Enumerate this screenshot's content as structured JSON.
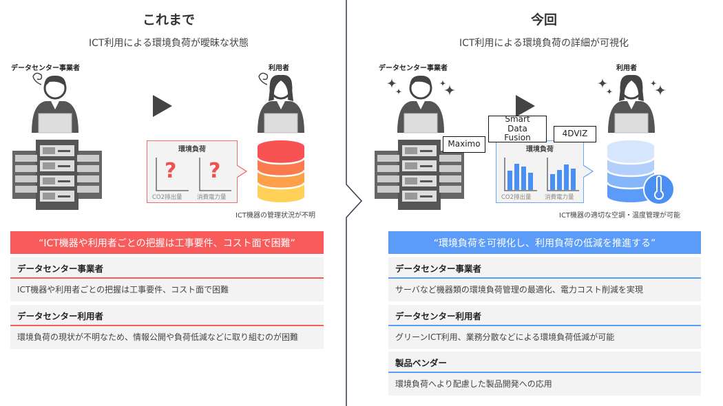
{
  "before": {
    "title": "これまで",
    "subtitle": "ICT利用による環境負荷が曖昧な状態",
    "operator_label": "データセンター事業者",
    "user_label": "利用者",
    "chart": {
      "title": "環境負荷",
      "axis1": "CO2排出量",
      "axis2": "消費電力量",
      "mark": "?"
    },
    "caption": "ICT機器の管理状況が不明",
    "banner": "“ICT機器や利用者ごとの把握は工事要件、コスト面で困難”",
    "color": "#f95a5a",
    "cards": [
      {
        "heading": "データセンター事業者",
        "body": "ICT機器や利用者ごとの把握は工事要件、コスト面で困難"
      },
      {
        "heading": "データセンター利用者",
        "body": "環境負荷の現状が不明なため、情報公開や負荷低減などに取り組むのが困難"
      }
    ]
  },
  "after": {
    "title": "今回",
    "subtitle": "ICT利用による環境負荷の詳細が可視化",
    "operator_label": "データセンター事業者",
    "user_label": "利用者",
    "tags": {
      "maximo": "Maximo",
      "sdf": "Smart Data Fusion",
      "viz": "4DVIZ"
    },
    "chart": {
      "title": "環境負荷",
      "axis1": "CO2排出量",
      "axis2": "消費電力量"
    },
    "caption": "ICT機器の適切な空調・温度管理が可能",
    "banner": "“環境負荷を可視化し、利用負荷の低減を推進する”",
    "color": "#5a9cf8",
    "cards": [
      {
        "heading": "データセンター事業者",
        "body": "サーバなど機器類の環境負荷管理の最適化、電力コスト削減を実現"
      },
      {
        "heading": "データセンター利用者",
        "body": "グリーンICT利用、業務分散などによる環境負荷低減が可能"
      },
      {
        "heading": "製品ベンダー",
        "body": "環境負荷へより配慮した製品開発への応用"
      }
    ]
  }
}
